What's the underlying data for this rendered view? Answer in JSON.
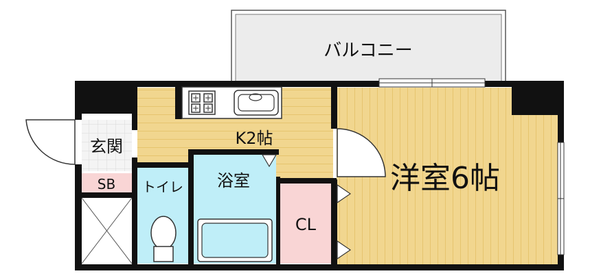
{
  "rooms": {
    "balcony": "バルコニー",
    "kitchen": "K2帖",
    "western_room": "洋室6帖",
    "entrance": "玄関",
    "shoe_box": "SB",
    "toilet": "トイレ",
    "bathroom": "浴室",
    "closet": "CL"
  },
  "colors": {
    "wood_floor": "#f1d68f",
    "wood_line": "#e6c46e",
    "bath_blue": "#bfeef8",
    "closet_pink": "#f9d5d5",
    "wall": "#111111",
    "balcony_gray": "#ececec",
    "tile_gray": "#d9d9d9"
  },
  "icons": [
    "stove-icon",
    "sink-icon",
    "toilet-icon",
    "bathtub-icon",
    "door-swing-icon",
    "window-icon"
  ]
}
